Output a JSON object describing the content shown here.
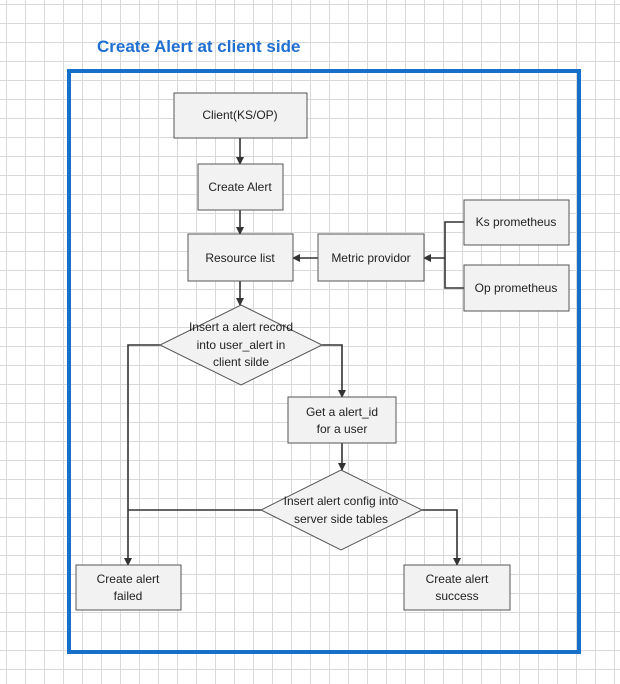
{
  "title": "Create Alert at client side",
  "colors": {
    "title": "#1f6fd1",
    "frame": "#1670c9",
    "node_fill": "#f2f2f2",
    "node_stroke": "#555555",
    "edge": "#333333",
    "grid": "#d9d9d9"
  },
  "nodes": {
    "client": {
      "lines": [
        "Client(KS/OP)"
      ]
    },
    "create_alert": {
      "lines": [
        "Create Alert"
      ]
    },
    "resource_list": {
      "lines": [
        "Resource list"
      ]
    },
    "metric_providor": {
      "lines": [
        "Metric providor"
      ]
    },
    "ks_prometheus": {
      "lines": [
        "Ks prometheus"
      ]
    },
    "op_prometheus": {
      "lines": [
        "Op prometheus"
      ]
    },
    "insert_record": {
      "lines": [
        "Insert a alert record",
        "into user_alert in",
        "client silde"
      ]
    },
    "get_alert_id": {
      "lines": [
        "Get a alert_id",
        "for a user"
      ]
    },
    "insert_config": {
      "lines": [
        "Insert alert config into",
        "server side tables"
      ]
    },
    "failed": {
      "lines": [
        "Create alert",
        "failed"
      ]
    },
    "success": {
      "lines": [
        "Create alert",
        "success"
      ]
    }
  },
  "edges": [
    {
      "from": "client",
      "to": "create_alert"
    },
    {
      "from": "create_alert",
      "to": "resource_list"
    },
    {
      "from": "ks_prometheus",
      "to": "metric_providor"
    },
    {
      "from": "op_prometheus",
      "to": "metric_providor"
    },
    {
      "from": "metric_providor",
      "to": "resource_list"
    },
    {
      "from": "resource_list",
      "to": "insert_record"
    },
    {
      "from": "insert_record",
      "to": "get_alert_id"
    },
    {
      "from": "insert_record",
      "to": "failed"
    },
    {
      "from": "get_alert_id",
      "to": "insert_config"
    },
    {
      "from": "insert_config",
      "to": "failed"
    },
    {
      "from": "insert_config",
      "to": "success"
    }
  ]
}
